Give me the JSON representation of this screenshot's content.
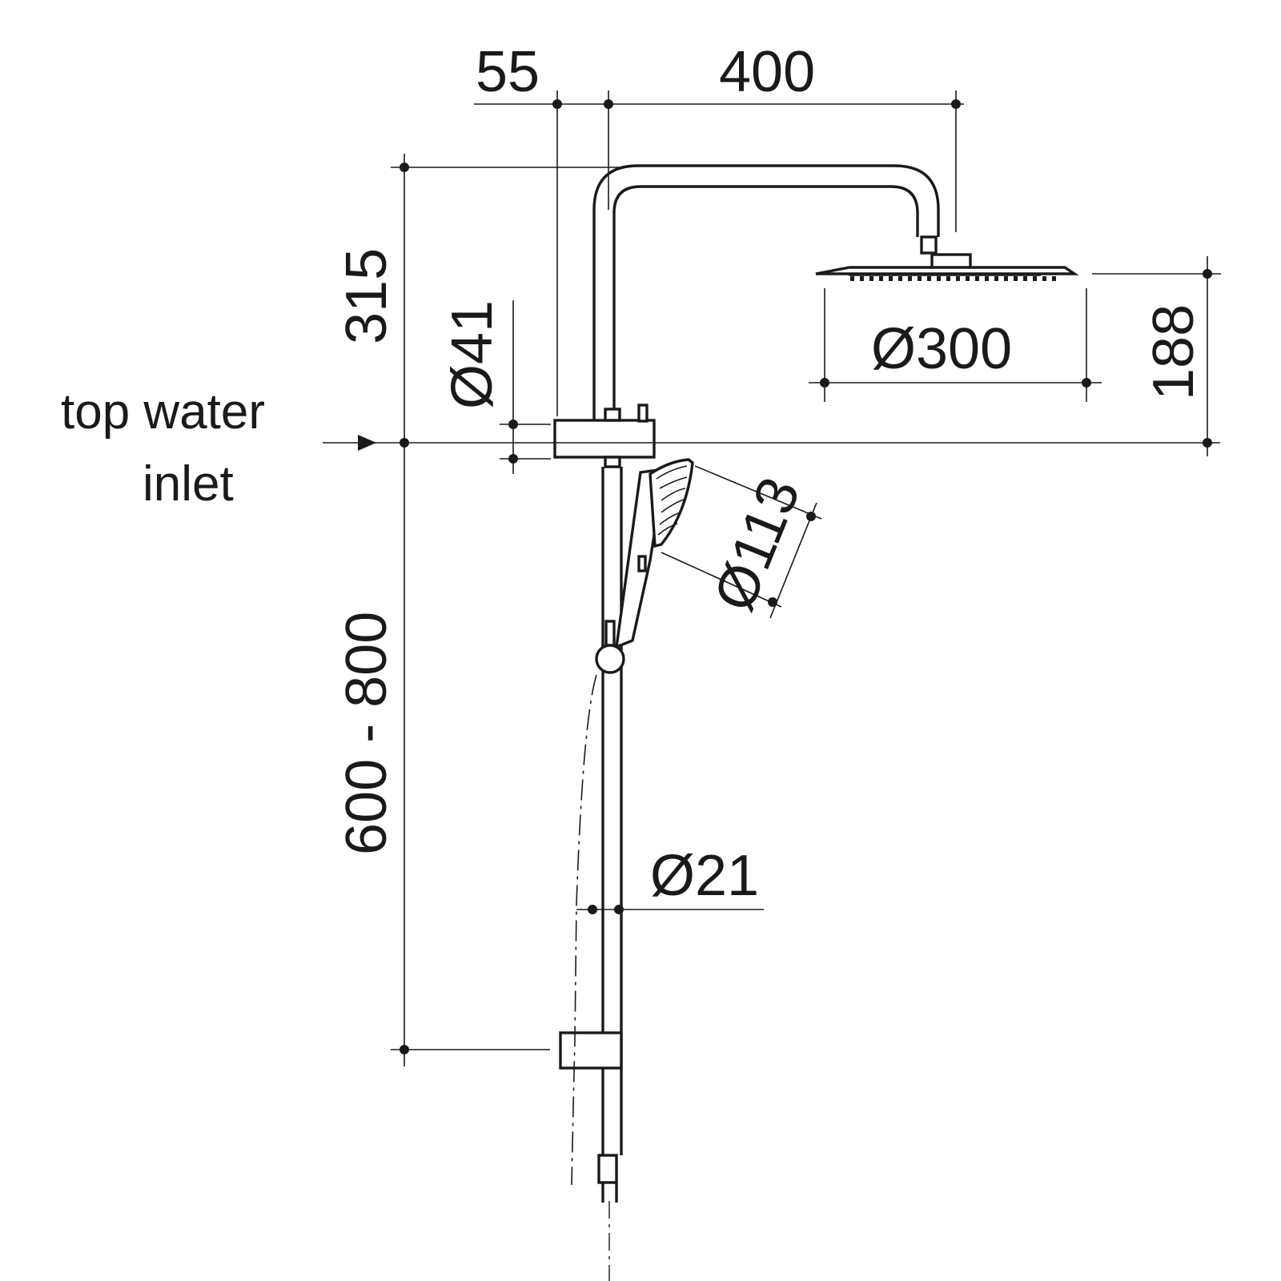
{
  "dimensions": {
    "offset_55": "55",
    "arm_reach_400": "400",
    "arm_height_315": "315",
    "connector_dia_41": "Ø41",
    "head_dia_300": "Ø300",
    "head_height_188": "188",
    "hand_shower_dia_113": "Ø113",
    "rail_length": "600 - 800",
    "rail_dia_21": "Ø21"
  },
  "labels": {
    "inlet_line1": "top water",
    "inlet_line2": "inlet"
  }
}
